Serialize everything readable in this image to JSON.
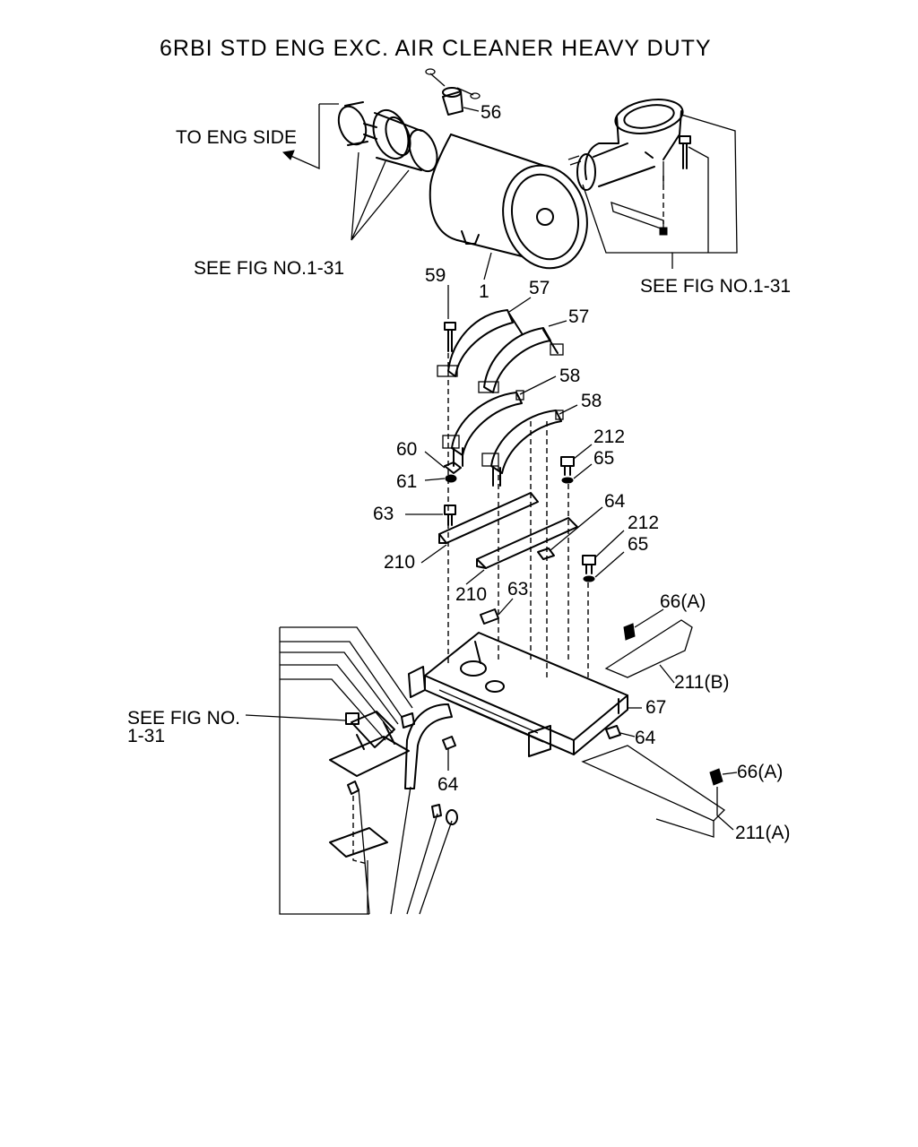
{
  "title": "6RBI STD ENG EXC. AIR CLEANER HEAVY DUTY",
  "notes": {
    "to_eng_side": "TO ENG SIDE",
    "see_fig_left": "SEE FIG NO.1-31",
    "see_fig_right": "SEE FIG NO.1-31",
    "see_fig_bottom_line1": "SEE FIG NO.",
    "see_fig_bottom_line2": "1-31"
  },
  "callouts": {
    "p56": "56",
    "p1": "1",
    "p59": "59",
    "p57a": "57",
    "p57b": "57",
    "p58a": "58",
    "p58b": "58",
    "p60": "60",
    "p61": "61",
    "p212a": "212",
    "p65a": "65",
    "p63a": "63",
    "p64a": "64",
    "p210a": "210",
    "p212b": "212",
    "p65b": "65",
    "p210b": "210",
    "p63b": "63",
    "p66a_top": "66(A)",
    "p211b": "211(B)",
    "p67": "67",
    "p64b": "64",
    "p64c": "64",
    "p66a_bottom": "66(A)",
    "p211a": "211(A)"
  },
  "icons": [
    "air-cleaner-body",
    "intake-hose",
    "outlet-elbow",
    "mounting-band",
    "bracket",
    "base-plate",
    "bolt",
    "nut",
    "washer"
  ]
}
